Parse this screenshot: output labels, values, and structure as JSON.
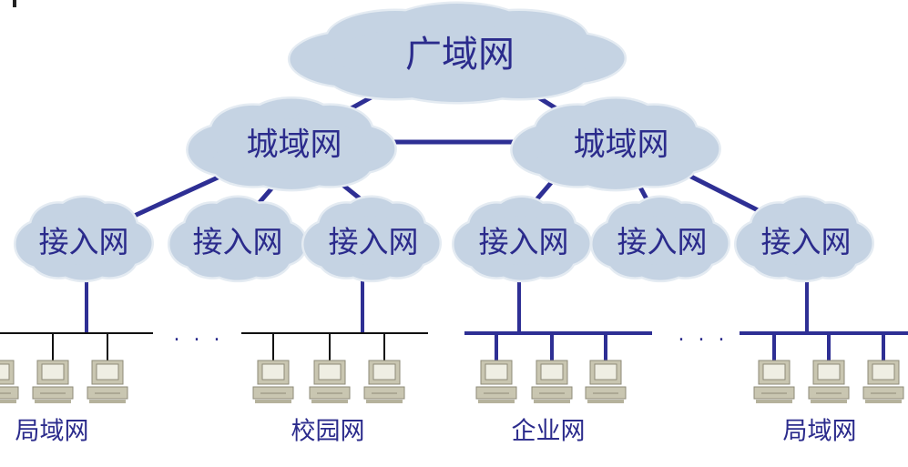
{
  "colors": {
    "line": "#2e2f94",
    "cloud_fill": "#c5d3e3",
    "cloud_stroke": "#e4ebf2",
    "label": "#2b2b8c",
    "computer_body": "#c9c6b1",
    "computer_screen": "#efeee3"
  },
  "wan": {
    "label": "广域网"
  },
  "man": [
    {
      "label": "城域网"
    },
    {
      "label": "城域网"
    }
  ],
  "access": [
    {
      "label": "接入网"
    },
    {
      "label": "接入网"
    },
    {
      "label": "接入网"
    },
    {
      "label": "接入网"
    },
    {
      "label": "接入网"
    },
    {
      "label": "接入网"
    }
  ],
  "lans": [
    {
      "label": "局域网"
    },
    {
      "label": "校园网"
    },
    {
      "label": "企业网"
    },
    {
      "label": "局域网"
    }
  ],
  "ellipsis": "· · ·",
  "icons": [
    "cloud-icon",
    "computer-icon"
  ]
}
